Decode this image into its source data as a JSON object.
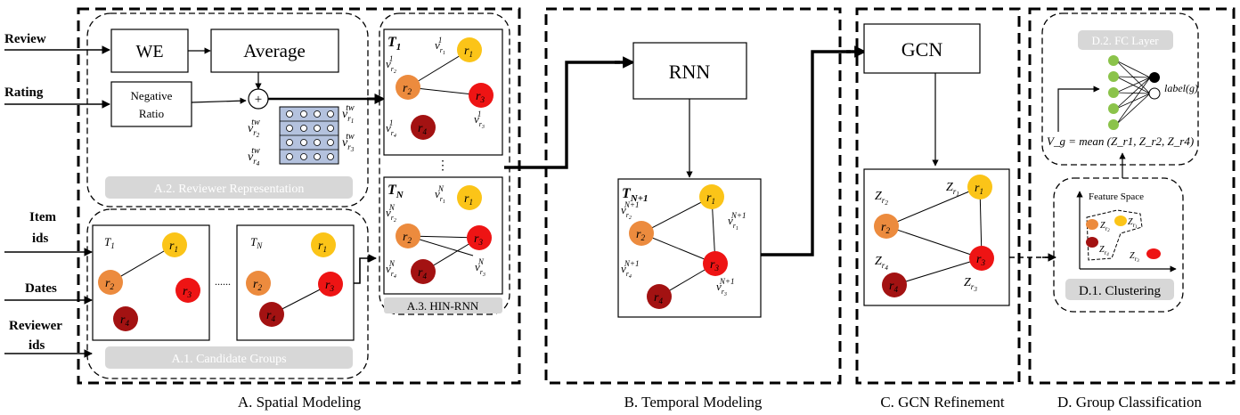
{
  "inputs": {
    "review": "Review",
    "rating": "Rating",
    "item": "Item",
    "ids": "ids",
    "dates": "Dates",
    "reviewer": "Reviewer",
    "reviewer_ids": "ids"
  },
  "boxes": {
    "we": "WE",
    "average": "Average",
    "neg1": "Negative",
    "neg2": "Ratio",
    "plus": "+",
    "rnn": "RNN",
    "gcn": "GCN"
  },
  "captions": {
    "a2": "A.2. Reviewer Representation",
    "a1": "A.1. Candidate Groups",
    "a3": "A.3. HIN-RNN",
    "d2": "D.2. FC Layer",
    "d1": "D.1. Clustering",
    "feature_space": "Feature Space",
    "label": "label(g)",
    "vg_formula": "V_g = mean (Z_r1, Z_r2, Z_r4)"
  },
  "sections": {
    "a": "A. Spatial Modeling",
    "b": "B. Temporal Modeling",
    "c": "C. GCN Refinement",
    "d": "D. Group Classification"
  },
  "graph": {
    "nodes": [
      "r1",
      "r2",
      "r3",
      "r4"
    ],
    "t1": "T1",
    "tn": "TN",
    "tn1": "TN+1",
    "ellipsis_h": "......",
    "ellipsis_v": "⋮"
  },
  "colors": {
    "r1": "#fbc418",
    "r2": "#ec8b3e",
    "r3": "#ee1414",
    "r4": "#a31212",
    "fc_node": "#8bc34a",
    "matrix": "#b4c2de",
    "caption_bg": "#d7d7d7"
  }
}
